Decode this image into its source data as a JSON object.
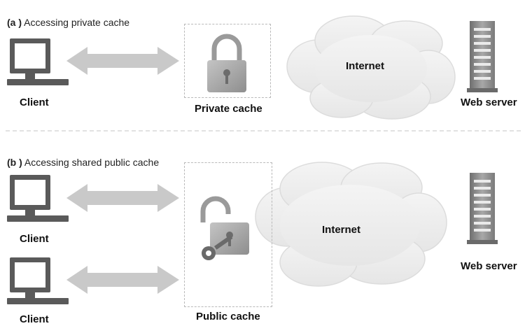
{
  "panel_a": {
    "letter": "(a )",
    "caption": "Accessing private cache",
    "client_label": "Client",
    "cache_label": "Private cache",
    "internet_label": "Internet",
    "server_label": "Web server"
  },
  "panel_b": {
    "letter": "(b )",
    "caption": "Accessing shared public cache",
    "client_labels": [
      "Client",
      "Client"
    ],
    "cache_label": "Public cache",
    "internet_label": "Internet",
    "server_label": "Web server"
  },
  "icons": {
    "client": "computer-monitor-icon",
    "private_cache": "locked-padlock-icon",
    "public_cache": "unlocked-padlock-with-key-icon",
    "internet": "cloud-icon",
    "server": "server-tower-icon",
    "link": "double-headed-arrow"
  },
  "colors": {
    "arrow": "#c6c6c6",
    "monitor": "#555555",
    "cloud": "#eeeeee",
    "padlock": "#9a9a9a",
    "server": "#8a8a8a"
  }
}
